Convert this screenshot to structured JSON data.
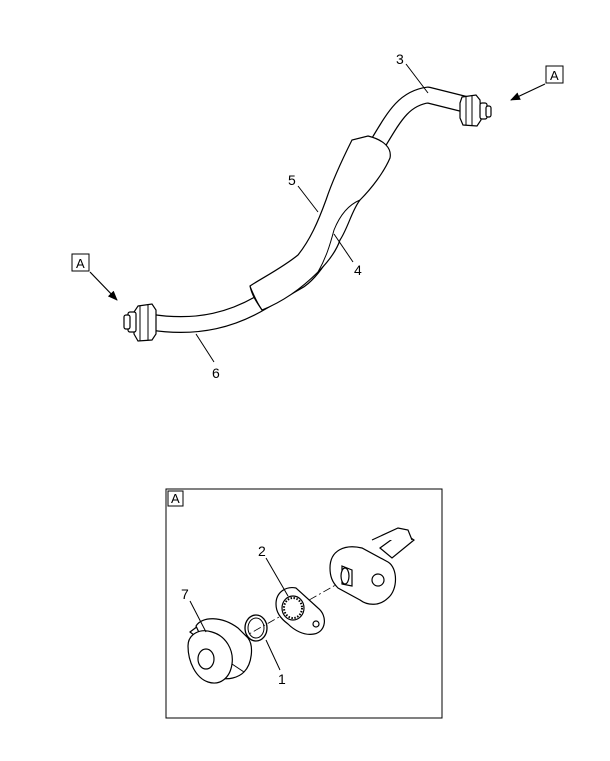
{
  "view_letter": "A",
  "callouts": {
    "c1": "1",
    "c2": "2",
    "c3": "3",
    "c4": "4",
    "c5": "5",
    "c6": "6",
    "c7": "7"
  }
}
